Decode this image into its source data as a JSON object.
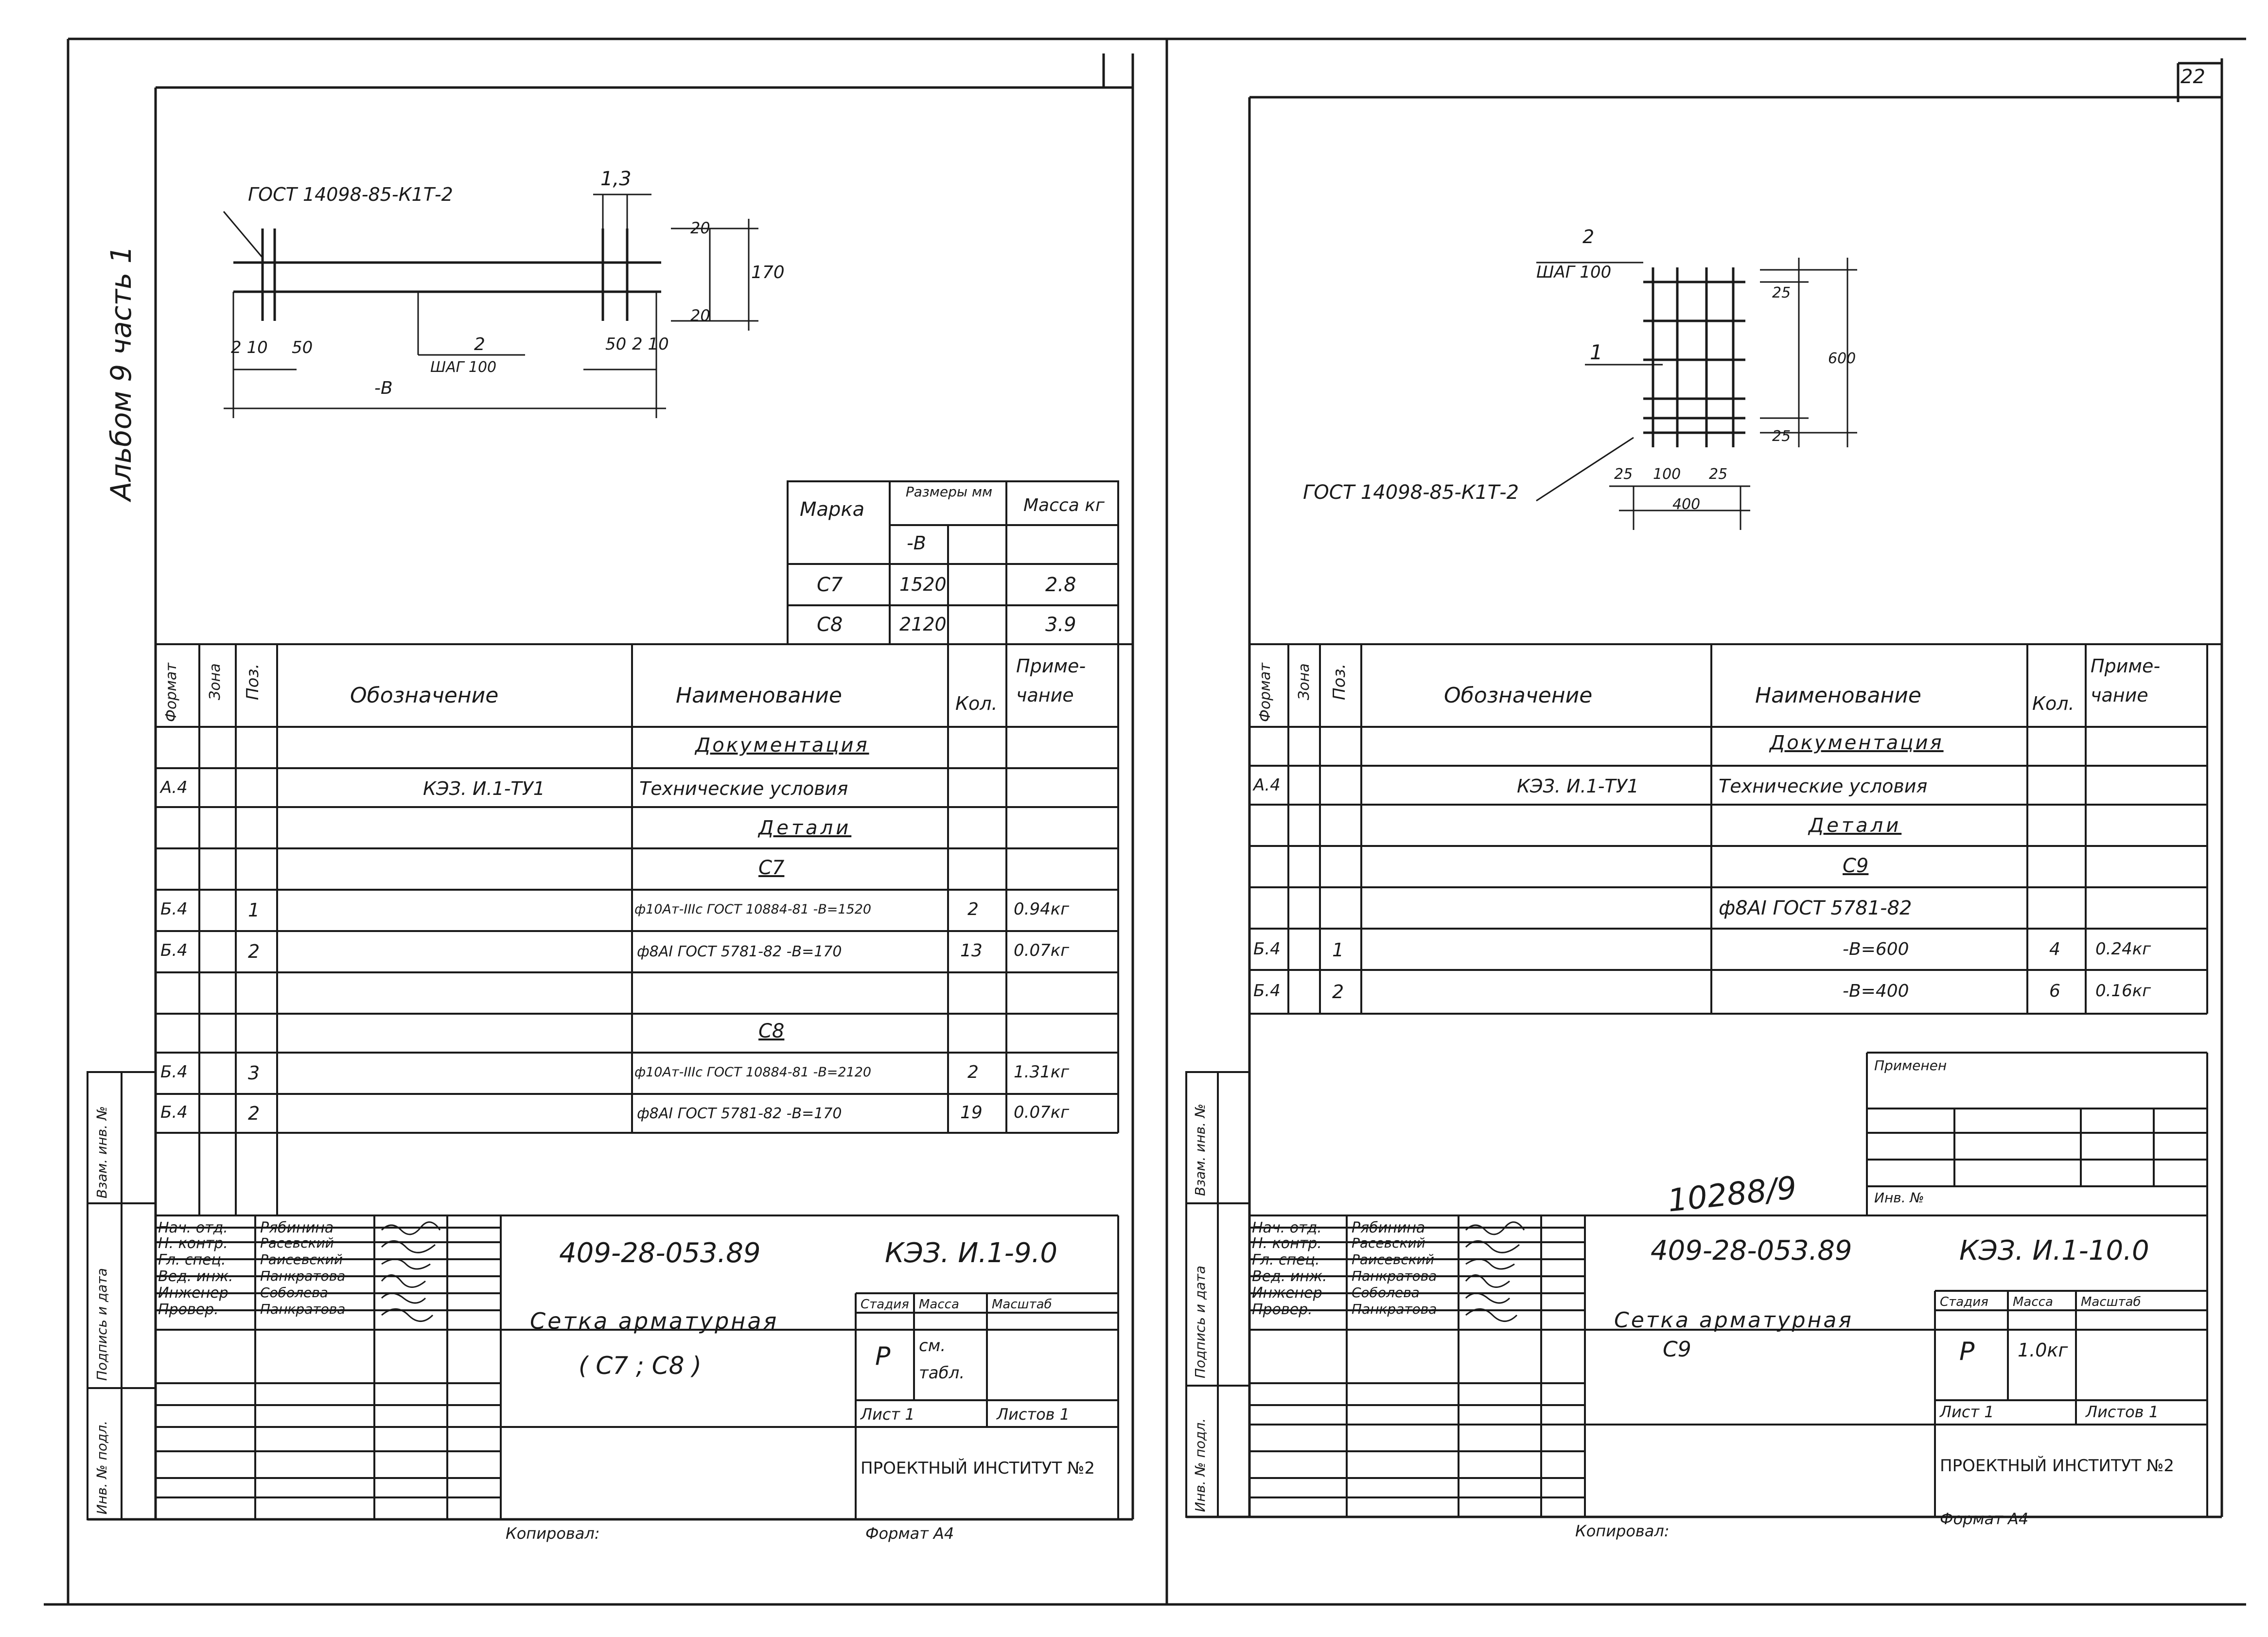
{
  "album": "Альбом 9 часть 1",
  "page_number": "22",
  "side_labels": [
    "Инв. № подл.",
    "Подпись и дата",
    "Взам. инв. №"
  ],
  "left_sheet": {
    "diagram": {
      "gost": "ГОСТ 14098-85-К1Т-2",
      "labels": [
        "1,3",
        "20",
        "170",
        "20",
        "2",
        "ШАГ 100",
        "-В",
        "2 10",
        "50",
        "50",
        "2 10"
      ]
    },
    "dims_table": {
      "headers": {
        "mark": "Марка",
        "sizes": "Размеры мм",
        "sizes_sub": "-В",
        "mass": "Масса кг"
      },
      "rows": [
        {
          "mark": "С7",
          "size": "1520",
          "mass": "2.8"
        },
        {
          "mark": "С8",
          "size": "2120",
          "mass": "3.9"
        }
      ]
    },
    "spec": {
      "headers": {
        "format": "Формат",
        "zone": "Зона",
        "pos": "Поз.",
        "designation": "Обозначение",
        "name": "Наименование",
        "qty": "Кол.",
        "note": "Приме-чание"
      },
      "rows": [
        {
          "format": "",
          "pos": "",
          "des": "",
          "name": "Документация",
          "qty": "",
          "note": ""
        },
        {
          "format": "А.4",
          "pos": "",
          "des": "КЭЗ. И.1-ТУ1",
          "name": "Технические условия",
          "qty": "",
          "note": ""
        },
        {
          "format": "",
          "pos": "",
          "des": "",
          "name": "Детали",
          "qty": "",
          "note": ""
        },
        {
          "format": "",
          "pos": "",
          "des": "",
          "name": "С7",
          "qty": "",
          "note": ""
        },
        {
          "format": "Б.4",
          "pos": "1",
          "des": "",
          "name": "ф10Ат-IIIс ГОСТ 10884-81 -В=1520",
          "qty": "2",
          "note": "0.94кг"
        },
        {
          "format": "Б.4",
          "pos": "2",
          "des": "",
          "name": "ф8АI ГОСТ 5781-82 -В=170",
          "qty": "13",
          "note": "0.07кг"
        },
        {
          "format": "",
          "pos": "",
          "des": "",
          "name": "",
          "qty": "",
          "note": ""
        },
        {
          "format": "",
          "pos": "",
          "des": "",
          "name": "С8",
          "qty": "",
          "note": ""
        },
        {
          "format": "Б.4",
          "pos": "3",
          "des": "",
          "name": "ф10Ат-IIIс ГОСТ 10884-81 -В=2120",
          "qty": "2",
          "note": "1.31кг"
        },
        {
          "format": "Б.4",
          "pos": "2",
          "des": "",
          "name": "ф8АI ГОСТ 5781-82 -В=170",
          "qty": "19",
          "note": "0.07кг"
        },
        {
          "format": "",
          "pos": "",
          "des": "",
          "name": "",
          "qty": "",
          "note": ""
        }
      ]
    },
    "title_block": {
      "people": [
        {
          "role": "Нач. отд.",
          "name": "Рябинина"
        },
        {
          "role": "Н. контр.",
          "name": "Расевский"
        },
        {
          "role": "Гл. спец.",
          "name": "Раисевский"
        },
        {
          "role": "Вед. инж.",
          "name": "Панкратова"
        },
        {
          "role": "Инженер",
          "name": "Соболева"
        },
        {
          "role": "Провер.",
          "name": "Панкратова"
        }
      ],
      "doc_number": "409-28-053.89",
      "code": "КЭЗ. И.1-9.0",
      "title": "Сетка арматурная",
      "subtitle": "( С7 ; С8 )",
      "stage_label": "Стадия",
      "mass_label": "Масса",
      "scale_label": "Масштаб",
      "stage": "Р",
      "mass": "см. табл.",
      "sheet": "Лист 1",
      "sheets": "Листов 1",
      "org": "ПРОЕКТНЫЙ ИНСТИТУТ №2"
    },
    "copied": "Копировал:",
    "format": "Формат А4"
  },
  "right_sheet": {
    "diagram": {
      "gost": "ГОСТ 14098-85-К1Т-2",
      "labels": [
        "2",
        "ШАГ 100",
        "1",
        "25",
        "600",
        "25",
        "25",
        "100",
        "25",
        "400"
      ]
    },
    "spec": {
      "headers": {
        "format": "Формат",
        "zone": "Зона",
        "pos": "Поз.",
        "designation": "Обозначение",
        "name": "Наименование",
        "qty": "Кол.",
        "note": "Приме-чание"
      },
      "rows": [
        {
          "format": "",
          "pos": "",
          "des": "",
          "name": "Документация",
          "qty": "",
          "note": ""
        },
        {
          "format": "А.4",
          "pos": "",
          "des": "КЭЗ. И.1-ТУ1",
          "name": "Технические условия",
          "qty": "",
          "note": ""
        },
        {
          "format": "",
          "pos": "",
          "des": "",
          "name": "Детали",
          "qty": "",
          "note": ""
        },
        {
          "format": "",
          "pos": "",
          "des": "",
          "name": "С9",
          "qty": "",
          "note": ""
        },
        {
          "format": "",
          "pos": "",
          "des": "",
          "name": "ф8АI ГОСТ 5781-82",
          "qty": "",
          "note": ""
        },
        {
          "format": "Б.4",
          "pos": "1",
          "des": "",
          "name": "-В=600",
          "qty": "4",
          "note": "0.24кг"
        },
        {
          "format": "Б.4",
          "pos": "2",
          "des": "",
          "name": "-В=400",
          "qty": "6",
          "note": "0.16кг"
        }
      ]
    },
    "applied": "Применен",
    "inv_label": "Инв. №",
    "handwritten": "10288/9",
    "title_block": {
      "people": [
        {
          "role": "Нач. отд.",
          "name": "Рябинина"
        },
        {
          "role": "Н. контр.",
          "name": "Расевский"
        },
        {
          "role": "Гл. спец.",
          "name": "Раисевский"
        },
        {
          "role": "Вед. инж.",
          "name": "Панкратова"
        },
        {
          "role": "Инженер",
          "name": "Соболева"
        },
        {
          "role": "Провер.",
          "name": "Панкратова"
        }
      ],
      "doc_number": "409-28-053.89",
      "code": "КЭЗ. И.1-10.0",
      "title": "Сетка арматурная",
      "subtitle": "С9",
      "stage_label": "Стадия",
      "mass_label": "Масса",
      "scale_label": "Масштаб",
      "stage": "Р",
      "mass": "1.0кг",
      "sheet": "Лист 1",
      "sheets": "Листов 1",
      "org": "ПРОЕКТНЫЙ ИНСТИТУТ №2"
    },
    "copied": "Копировал:",
    "format": "Формат А4"
  }
}
